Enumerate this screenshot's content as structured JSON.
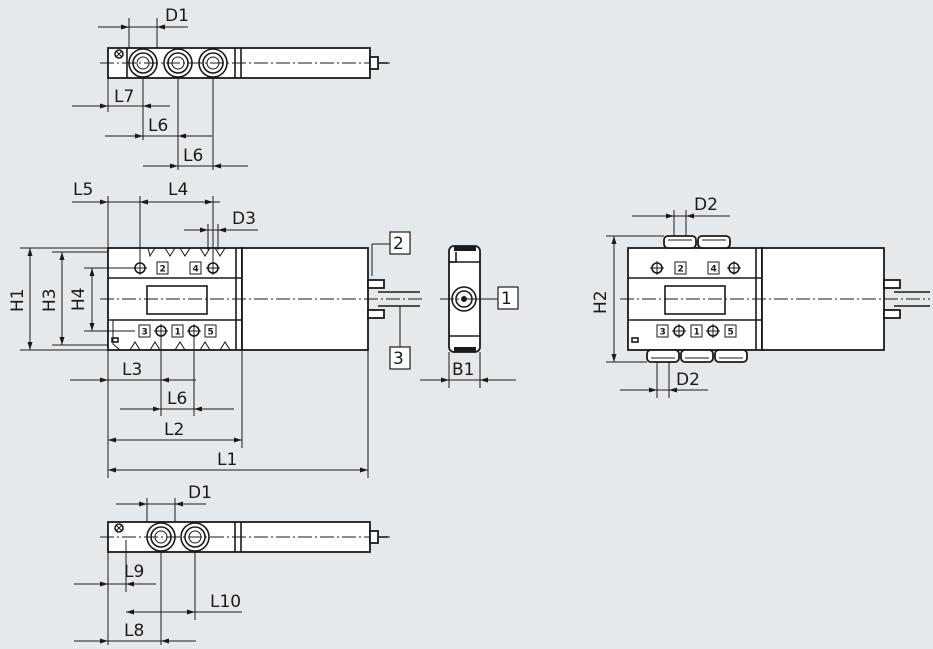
{
  "labels": {
    "D1": "D1",
    "D2": "D2",
    "D3": "D3",
    "L1": "L1",
    "L2": "L2",
    "L3": "L3",
    "L4": "L4",
    "L5": "L5",
    "L6": "L6",
    "L7": "L7",
    "L8": "L8",
    "L9": "L9",
    "L10": "L10",
    "H1": "H1",
    "H2": "H2",
    "H3": "H3",
    "H4": "H4",
    "B1": "B1"
  },
  "callouts": [
    "1",
    "2",
    "3"
  ],
  "ports": {
    "top": [
      "2",
      "4"
    ],
    "bottom": [
      "3",
      "1",
      "5"
    ]
  },
  "colors": {
    "background": "#e6e9ec",
    "line": "#1a1a1a",
    "body": "#ffffff"
  }
}
